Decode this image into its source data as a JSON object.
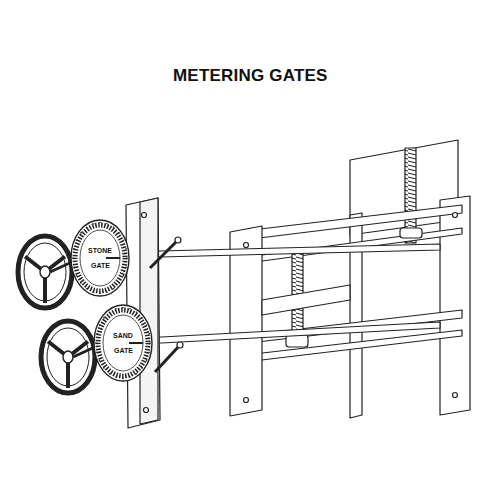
{
  "diagram": {
    "title": "METERING GATES",
    "labels": [
      "STONE",
      "GATE",
      "SAND",
      "GATE"
    ]
  }
}
